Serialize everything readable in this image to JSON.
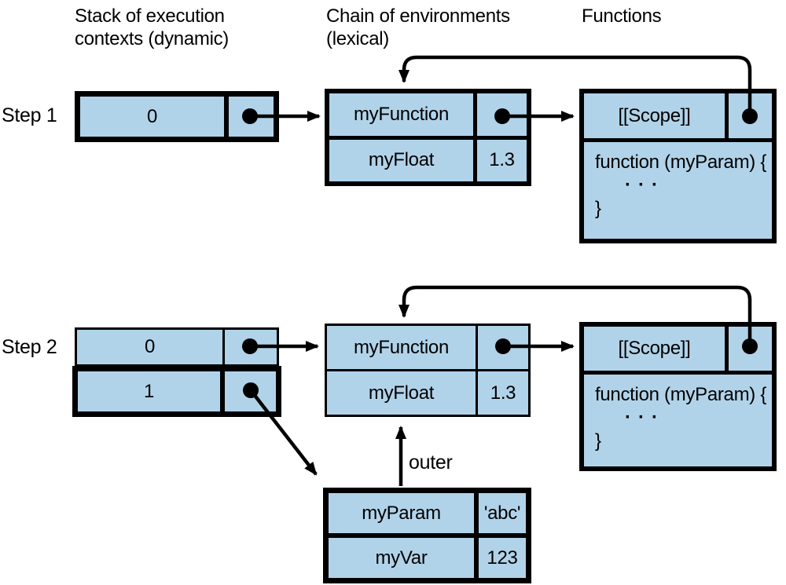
{
  "colors": {
    "cell_fill": "#b1d3e9",
    "line": "#000000",
    "background": "#ffffff"
  },
  "headers": {
    "stack_column": "Stack of execution contexts (dynamic)",
    "chain_column": "Chain of environments (lexical)",
    "functions_column": "Functions"
  },
  "step1": {
    "label": "Step 1",
    "stack": {
      "rows": [
        {
          "value": "0"
        }
      ]
    },
    "environment": {
      "rows": [
        {
          "name": "myFunction",
          "value": ""
        },
        {
          "name": "myFloat",
          "value": "1.3"
        }
      ]
    },
    "function_object": {
      "scope_property": "[[Scope]]",
      "body_lines": [
        "function (myParam) {",
        "···",
        "}"
      ]
    }
  },
  "step2": {
    "label": "Step 2",
    "stack": {
      "rows": [
        {
          "value": "0"
        },
        {
          "value": "1"
        }
      ]
    },
    "environment": {
      "rows": [
        {
          "name": "myFunction",
          "value": ""
        },
        {
          "name": "myFloat",
          "value": "1.3"
        }
      ]
    },
    "function_object": {
      "scope_property": "[[Scope]]",
      "body_lines": [
        "function (myParam) {",
        "···",
        "}"
      ]
    },
    "inner_environment": {
      "rows": [
        {
          "name": "myParam",
          "value": "'abc'"
        },
        {
          "name": "myVar",
          "value": "123"
        }
      ]
    },
    "outer_arrow_label": "outer"
  }
}
